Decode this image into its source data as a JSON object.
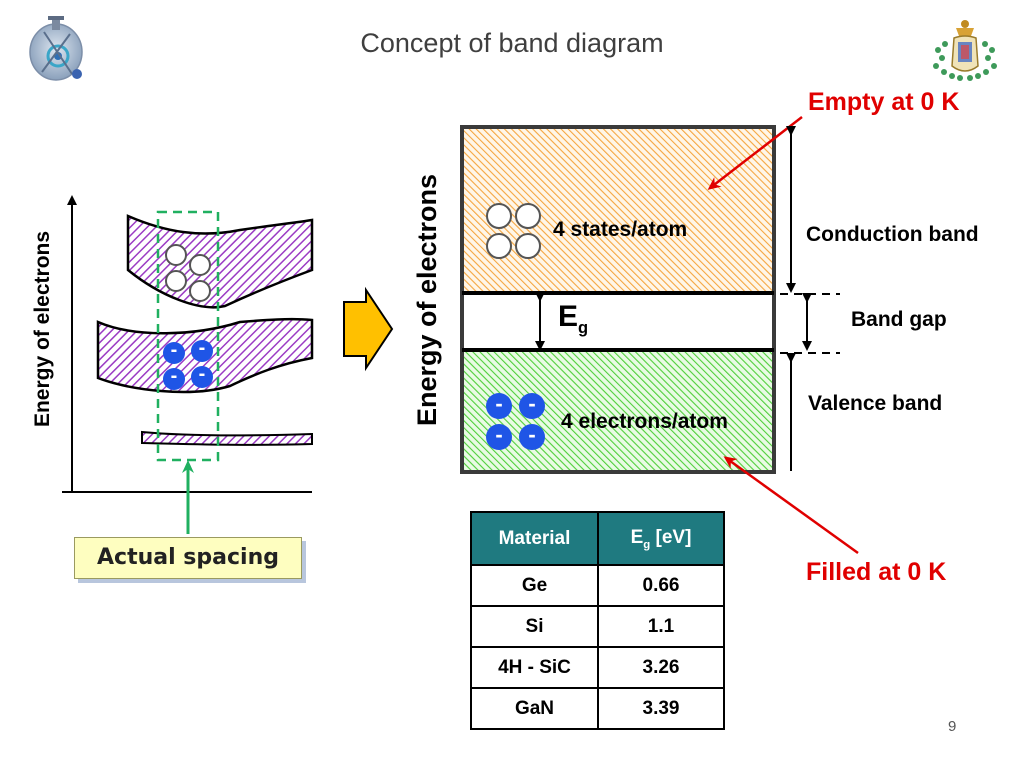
{
  "slide": {
    "title": "Concept of band diagram",
    "page_number": "9"
  },
  "left_figure": {
    "y_axis_label": "Energy of electrons",
    "callout": "Actual spacing",
    "electron_symbol": "-"
  },
  "band_diagram": {
    "y_axis_label": "Energy of electrons",
    "gap_symbol": "E",
    "gap_subscript": "g",
    "conduction_states": "4 states/atom",
    "valence_electrons": "4 electrons/atom",
    "empty_label": "Empty at 0 K",
    "filled_label": "Filled at 0 K",
    "conduction_band_label": "Conduction band",
    "band_gap_label": "Band gap",
    "valence_band_label": "Valence band",
    "electron_symbol": "-"
  },
  "table": {
    "header_material": "Material",
    "header_gap_symbol": "E",
    "header_gap_subscript": "g",
    "header_gap_unit": " [eV]",
    "rows": [
      {
        "material": "Ge",
        "gap": "0.66"
      },
      {
        "material": "Si",
        "gap": "1.1"
      },
      {
        "material": "4H - SiC",
        "gap": "3.26"
      },
      {
        "material": "GaN",
        "gap": "3.39"
      }
    ]
  },
  "colors": {
    "conduction_hatch": "#f5a640",
    "valence_hatch": "#4fcf3a",
    "band_hatch_left": "#9b3cc4",
    "electron": "#1f55e6",
    "arrow_red": "#e00000",
    "table_header": "#1f7a80",
    "callout_green": "#20b060",
    "right_arrow_fill": "#ffc000"
  }
}
